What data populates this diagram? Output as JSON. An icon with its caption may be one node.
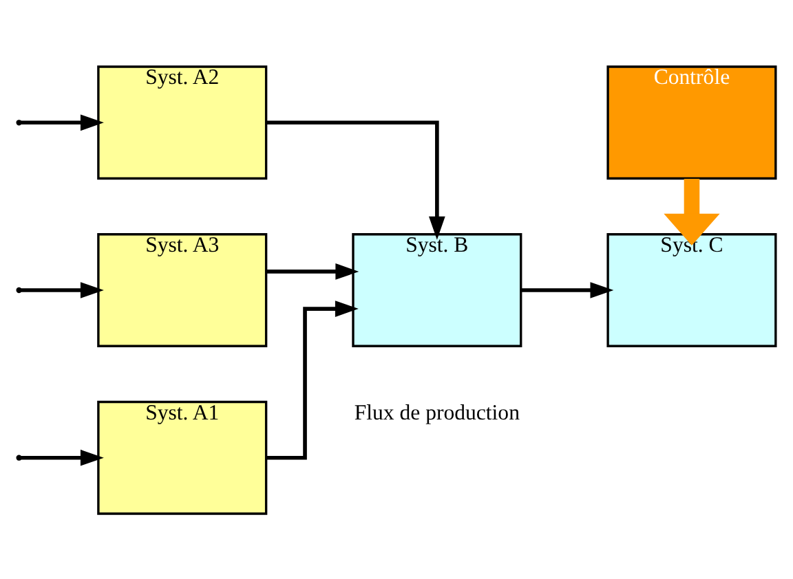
{
  "diagram": {
    "nodes": [
      {
        "text": [
          "Syst. A1"
        ]
      },
      {
        "text": [
          "Syst. A2"
        ]
      },
      {
        "text": [
          "Syst. A3"
        ]
      },
      {
        "text": [
          "Syst. B"
        ]
      },
      {
        "text": [
          "Syst. C"
        ]
      },
      {
        "text": [
          "Contrôle"
        ]
      }
    ],
    "edges": [
      {
        "from": null,
        "to": 0,
        "arrow": "to"
      },
      {
        "from": null,
        "to": 1,
        "arrow": "to"
      },
      {
        "from": null,
        "to": 2,
        "arrow": "to"
      },
      {
        "from": 0,
        "to": 3,
        "arrow": "to"
      },
      {
        "from": 1,
        "to": 3,
        "arrow": "to"
      },
      {
        "from": 2,
        "to": 3,
        "arrow": "to"
      },
      {
        "from": 3,
        "to": 4,
        "arrow": "to"
      },
      {
        "from": 5,
        "to": 4,
        "arrow": "to",
        "style": "thick",
        "color": "#ff9900"
      }
    ],
    "labels": [
      "Flux de production"
    ]
  }
}
